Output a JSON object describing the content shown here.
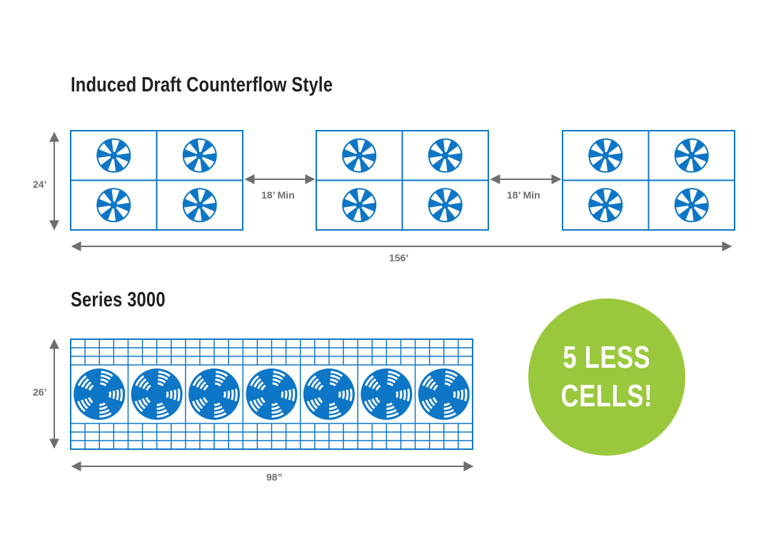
{
  "colors": {
    "unit_blue": "#0e76c6",
    "dimension_gray": "#6d6e71",
    "title_dark": "#231f20",
    "badge_green": "#9ac83d",
    "badge_text": "#ffffff"
  },
  "induced_draft": {
    "title": "Induced Draft Counterflow Style",
    "height_label": "24’",
    "gap_labels": [
      "18’ Min",
      "18’ Min"
    ],
    "total_width_label": "156’",
    "unit_count": 3,
    "cells_per_unit": 4,
    "fan_icon": "fan-icon"
  },
  "series_3000": {
    "title": "Series 3000",
    "height_label": "26’",
    "total_width_label": "98”",
    "cell_count": 7,
    "fan_icon": "fan-grille-icon"
  },
  "badge": {
    "line1": "5 LESS",
    "line2": "CELLS!"
  }
}
